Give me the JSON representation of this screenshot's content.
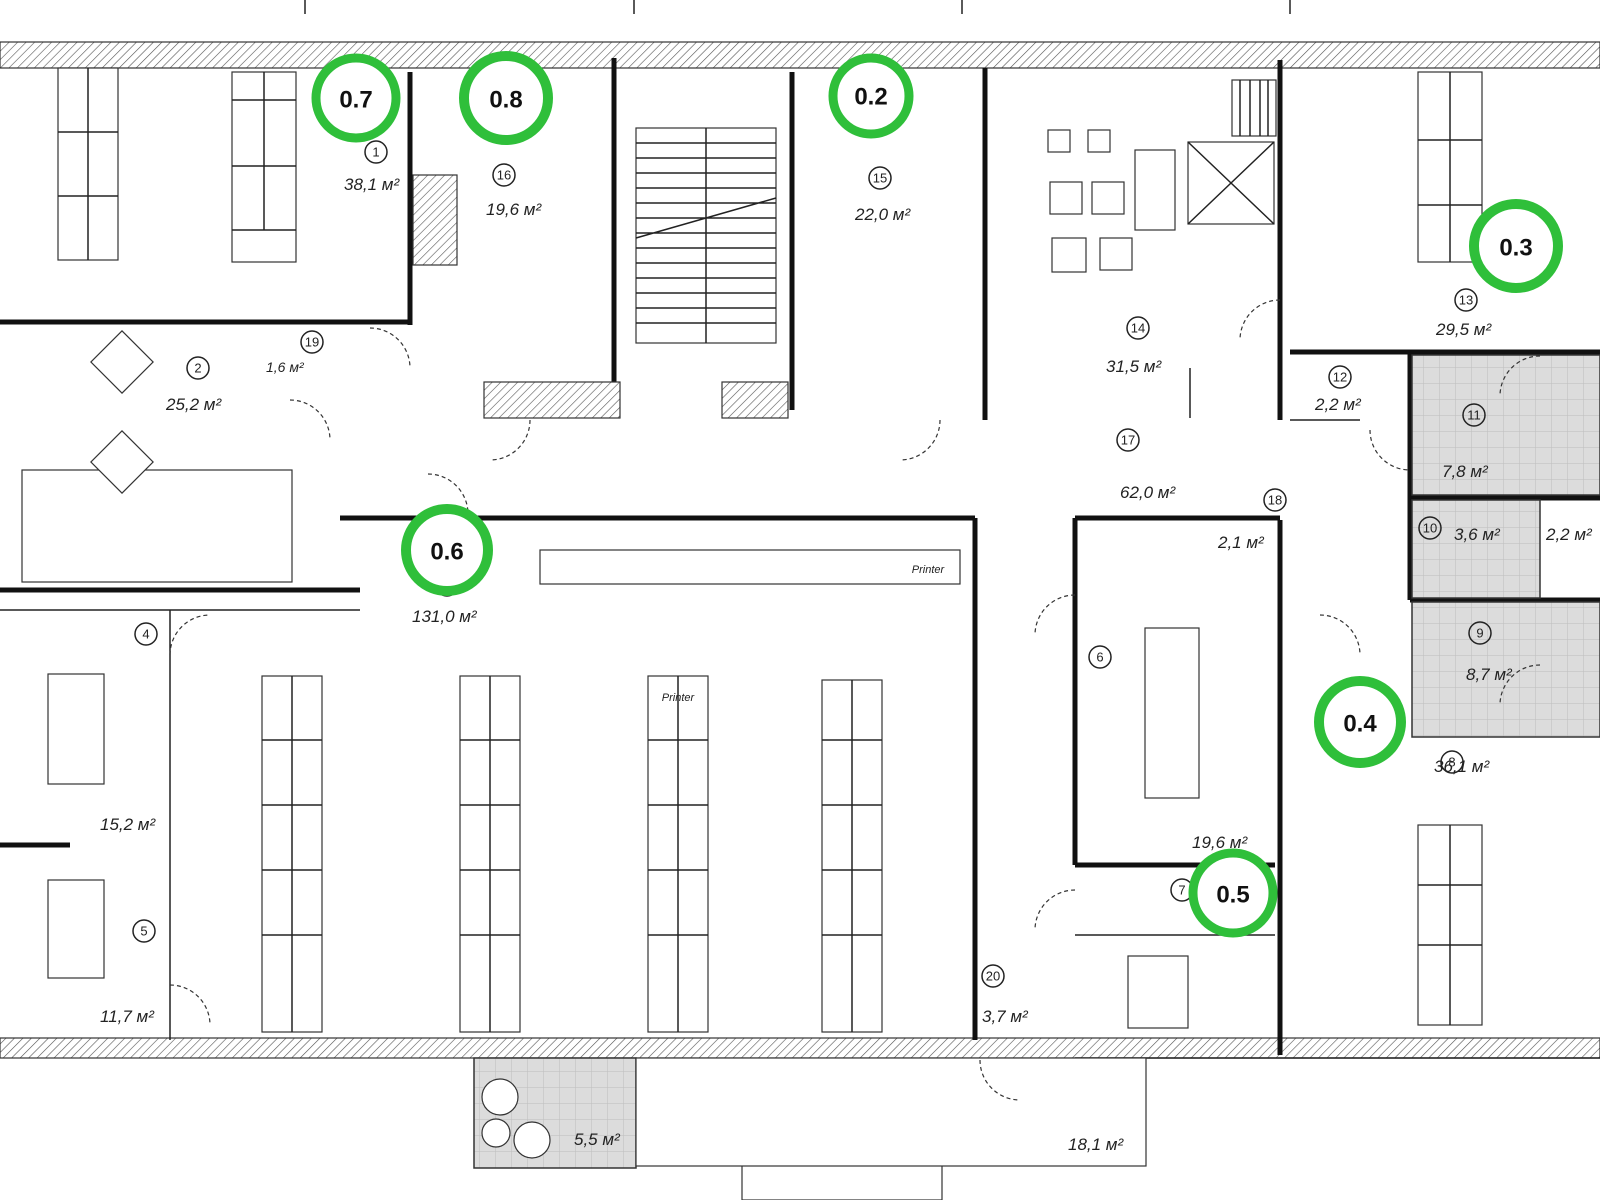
{
  "rooms": [
    {
      "number": "1",
      "area": "38,1 м²"
    },
    {
      "number": "2",
      "area": "25,2 м²"
    },
    {
      "number": "19",
      "area": "1,6 м²"
    },
    {
      "number": "16",
      "area": "19,6 м²"
    },
    {
      "number": "15",
      "area": "22,0 м²"
    },
    {
      "number": "14",
      "area": "31,5 м²"
    },
    {
      "number": "13",
      "area": "29,5 м²"
    },
    {
      "number": "12",
      "area": "2,2 м²"
    },
    {
      "number": "11",
      "area": "7,8 м²"
    },
    {
      "number": "10",
      "area": "3,6 м²"
    },
    {
      "number": "",
      "area": "2,2 м²"
    },
    {
      "number": "9",
      "area": "8,7 м²"
    },
    {
      "number": "17",
      "area": "62,0 м²"
    },
    {
      "number": "18",
      "area": "2,1 м²"
    },
    {
      "number": "3",
      "area": "131,0 м²"
    },
    {
      "number": "4",
      "area": "15,2 м²"
    },
    {
      "number": "5",
      "area": "11,7 м²"
    },
    {
      "number": "6",
      "area": "19,6 м²"
    },
    {
      "number": "7",
      "area": ""
    },
    {
      "number": "8",
      "area": "36,1 м²"
    },
    {
      "number": "20",
      "area": "3,7 м²"
    },
    {
      "number": "",
      "area": "5,5 м²"
    },
    {
      "number": "",
      "area": "18,1 м²"
    }
  ],
  "markers": [
    "0.7",
    "0.8",
    "0.2",
    "0.3",
    "0.6",
    "0.4",
    "0.5"
  ],
  "labels": {
    "printer": "Printer"
  },
  "colors": {
    "marker_ring": "#2fbf3a",
    "wall": "#111111",
    "tile": "#dcdcdc"
  }
}
